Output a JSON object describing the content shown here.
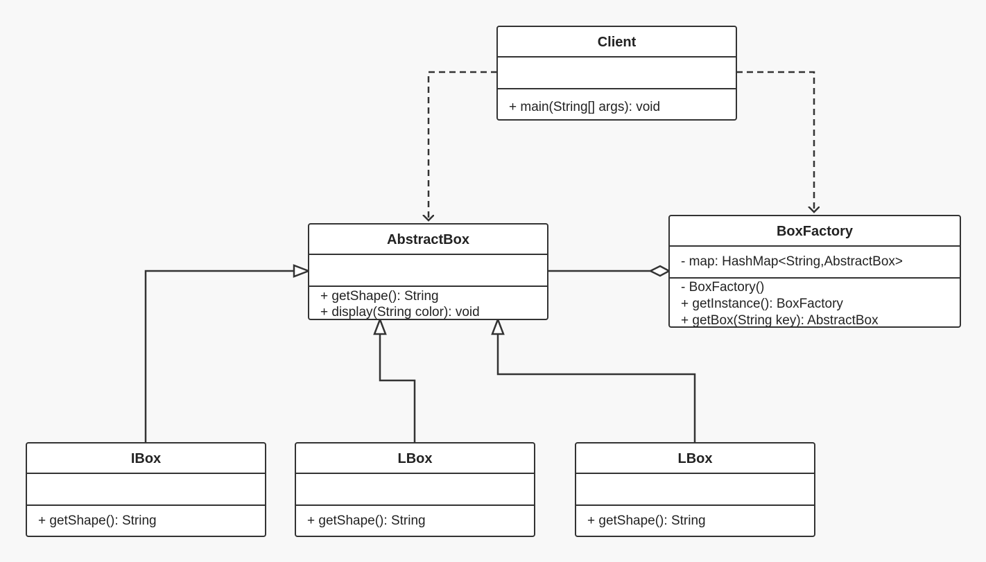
{
  "classes": {
    "client": {
      "name": "Client",
      "attributes": [],
      "operations": [
        "+ main(String[] args): void"
      ]
    },
    "abstract_box": {
      "name": "AbstractBox",
      "attributes": [],
      "operations": [
        "+ getShape(): String",
        "+ display(String color): void"
      ]
    },
    "box_factory": {
      "name": "BoxFactory",
      "attributes": [
        "- map: HashMap<String,AbstractBox>"
      ],
      "operations": [
        "- BoxFactory()",
        "+ getInstance(): BoxFactory",
        "+ getBox(String key): AbstractBox"
      ]
    },
    "ibox": {
      "name": "IBox",
      "attributes": [],
      "operations": [
        "+ getShape(): String"
      ]
    },
    "lbox_1": {
      "name": "LBox",
      "attributes": [],
      "operations": [
        "+ getShape(): String"
      ]
    },
    "lbox_2": {
      "name": "LBox",
      "attributes": [],
      "operations": [
        "+ getShape(): String"
      ]
    }
  },
  "relationships": [
    {
      "type": "dependency",
      "from": "client",
      "to": "abstract_box"
    },
    {
      "type": "dependency",
      "from": "client",
      "to": "box_factory"
    },
    {
      "type": "aggregation",
      "whole": "box_factory",
      "part": "abstract_box"
    },
    {
      "type": "generalization",
      "child": "ibox",
      "parent": "abstract_box"
    },
    {
      "type": "generalization",
      "child": "lbox_1",
      "parent": "abstract_box"
    },
    {
      "type": "generalization",
      "child": "lbox_2",
      "parent": "abstract_box"
    }
  ],
  "colors": {
    "line": "#333333",
    "background": "#f8f8f8",
    "box_fill": "#ffffff"
  }
}
